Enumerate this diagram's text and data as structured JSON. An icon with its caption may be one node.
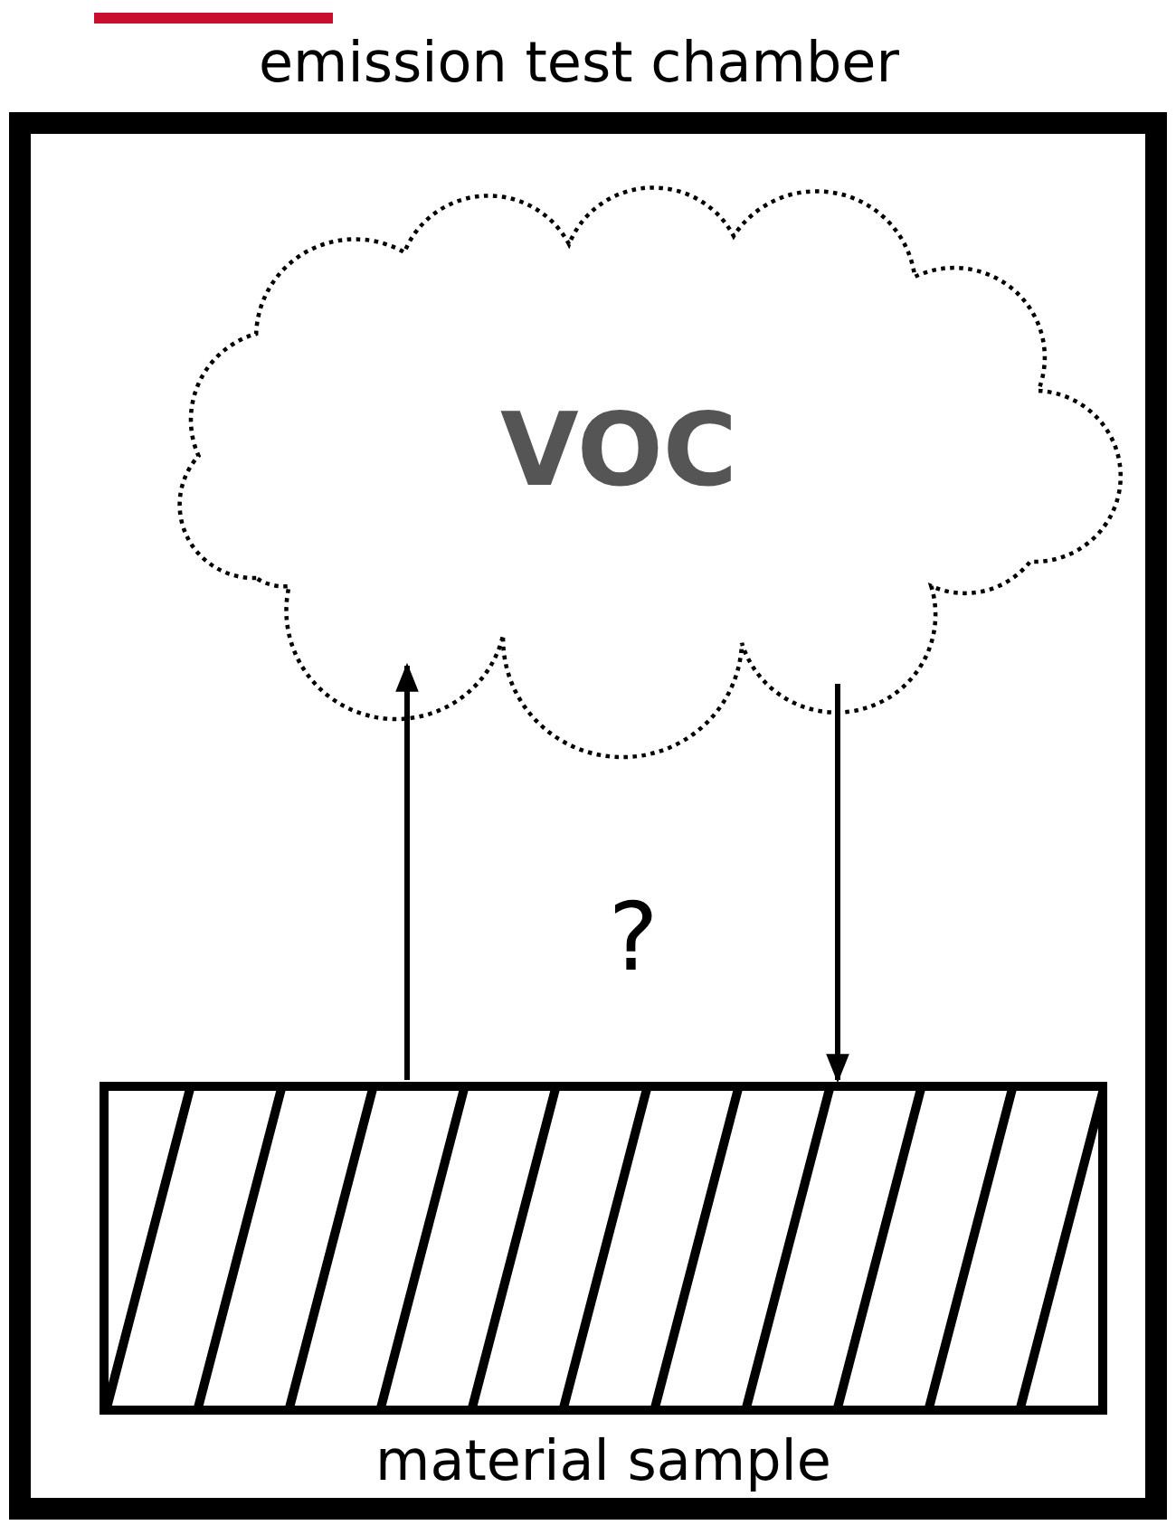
{
  "diagram": {
    "nodes": [
      {
        "text": [
          "emission test chamber"
        ]
      },
      {
        "text": [
          "VOC"
        ],
        "in": 0
      },
      {
        "text": [
          "material sample"
        ],
        "in": 0
      }
    ],
    "edges": [
      {
        "from": 2,
        "to": 1,
        "arrow": "to"
      },
      {
        "from": 1,
        "to": 2,
        "arrow": "to"
      }
    ],
    "labels": [
      "?"
    ]
  }
}
